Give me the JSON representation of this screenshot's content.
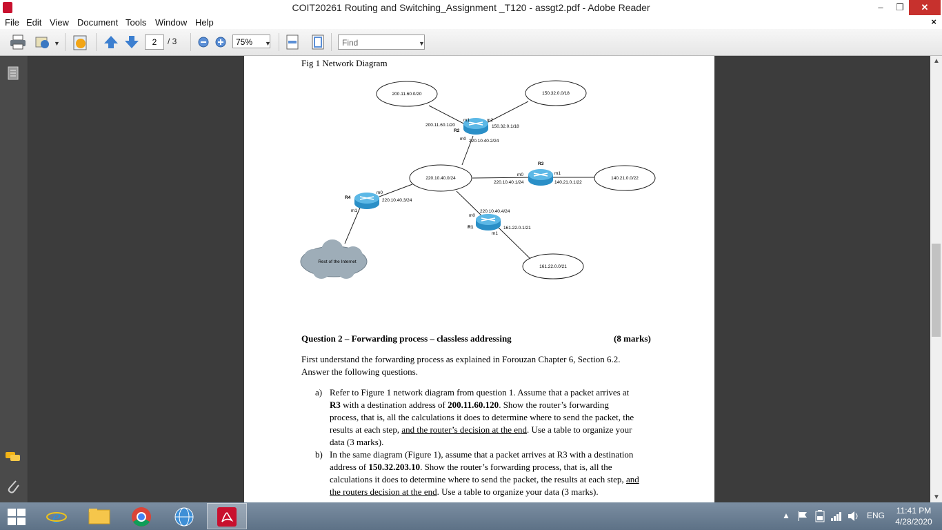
{
  "window": {
    "title": "COIT20261 Routing and Switching_Assignment _T120 - assgt2.pdf - Adobe Reader",
    "minimize": "–",
    "maximize": "❐",
    "close": "✕"
  },
  "menu": {
    "items": [
      "File",
      "Edit",
      "View",
      "Document",
      "Tools",
      "Window",
      "Help"
    ],
    "doc_close": "×"
  },
  "toolbar": {
    "page_current": "2",
    "page_total": "/ 3",
    "zoom": "75%",
    "find_placeholder": "Find"
  },
  "document": {
    "fig_caption": "Fig 1 Network Diagram",
    "diagram": {
      "nets": {
        "n200": "200.11.60.0/20",
        "n150": "150.32.0.0/18",
        "n220": "220.10.40.0/24",
        "n140": "140.21.0.0/22",
        "n161": "161.22.0.0/21",
        "internet": "Rest of the Internet"
      },
      "routers": {
        "r1": "R1",
        "r2": "R2",
        "r3": "R3",
        "r4": "R4"
      },
      "labels": {
        "r2_m1": "m1",
        "r2_m2": "m2",
        "r2_m0": "m0",
        "r2_if1": "200.11.60.1/20",
        "r2_if2": "150.32.0.1/18",
        "r2_if0": "220.10.40.2/24",
        "r3_m0": "m0",
        "r3_m1": "m1",
        "r3_if0": "220.10.40.1/24",
        "r3_if1": "140.21.0.1/22",
        "r4_m0": "m0",
        "r4_m1": "m1",
        "r4_if0": "220.10.40.3/24",
        "r1_m0": "m0",
        "r1_m1": "m1",
        "r1_if0": "220.10.40.4/24",
        "r1_if1": "161.22.0.1/21"
      }
    },
    "question_title": "Question 2 – Forwarding process – classless addressing",
    "question_marks": "(8 marks)",
    "intro_line1": "First understand the forwarding process as explained in Forouzan Chapter 6, Section 6.2.",
    "intro_line2": "Answer the following questions.",
    "item_a": {
      "label": "a)",
      "l1": "Refer to Figure 1 network diagram from question 1.  Assume that a packet arrives at",
      "l2_a": "R3",
      "l2_b": " with a destination address of ",
      "l2_c": "200.11.60.120",
      "l2_d": ".   Show the router’s forwarding",
      "l3": "process, that is, all the calculations it does to determine where to send the packet, the",
      "l4_a": "results at each step, ",
      "l4_b": "and the router’s decision at the end",
      "l4_c": ".   Use a table to organize your",
      "l5": "data  (3 marks)."
    },
    "item_b": {
      "label": "b)",
      "l1": "In the same diagram (Figure 1), assume that a packet arrives at R3 with a destination",
      "l2_a": "address of ",
      "l2_b": "150.32.203.10",
      "l2_c": ".   Show the router’s forwarding process, that is, all the",
      "l3_a": "calculations it does to determine where to send the packet, the results at each step, ",
      "l3_b": "and",
      "l4_a": "the routers decision at the end",
      "l4_b": ".   Use a table to organize your data (3 marks)."
    }
  },
  "taskbar": {
    "language": "ENG",
    "time": "11:41 PM",
    "date": "4/28/2020"
  },
  "colors": {
    "router_blue": "#2a8fc7",
    "close_red": "#c7312d",
    "cloud_gray": "#9eadb8"
  }
}
